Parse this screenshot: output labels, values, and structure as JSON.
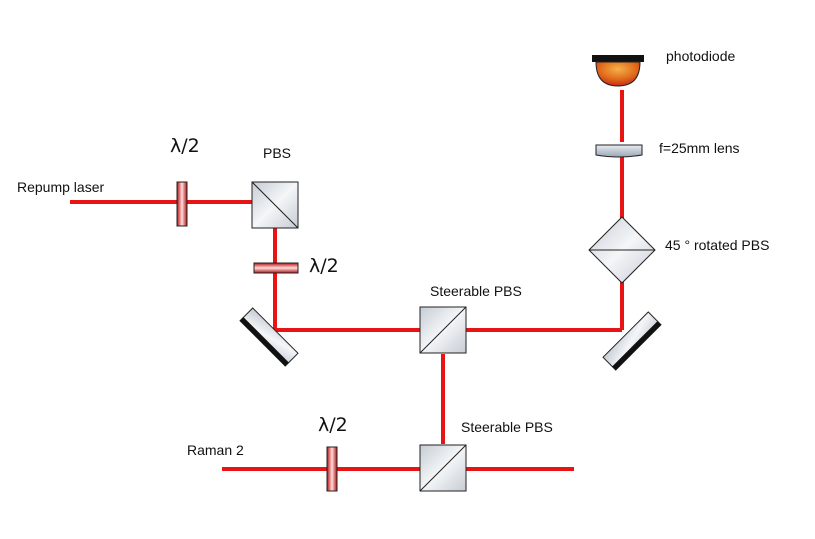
{
  "labels": {
    "repump_laser": "Repump laser",
    "raman2": "Raman 2",
    "pbs_top": "PBS",
    "halfwave_1": "λ/2",
    "halfwave_2": "λ/2",
    "halfwave_3": "λ/2",
    "steerable_pbs_1": "Steerable PBS",
    "steerable_pbs_2": "Steerable PBS",
    "photodiode": "photodiode",
    "lens": "f=25mm lens",
    "rotated_pbs": "45 ° rotated PBS"
  },
  "colors": {
    "beam": "#e81414",
    "cube_fill": "#dde2e8",
    "mirror_dark": "#111111",
    "photodiode_orange": "#e07b1a"
  }
}
